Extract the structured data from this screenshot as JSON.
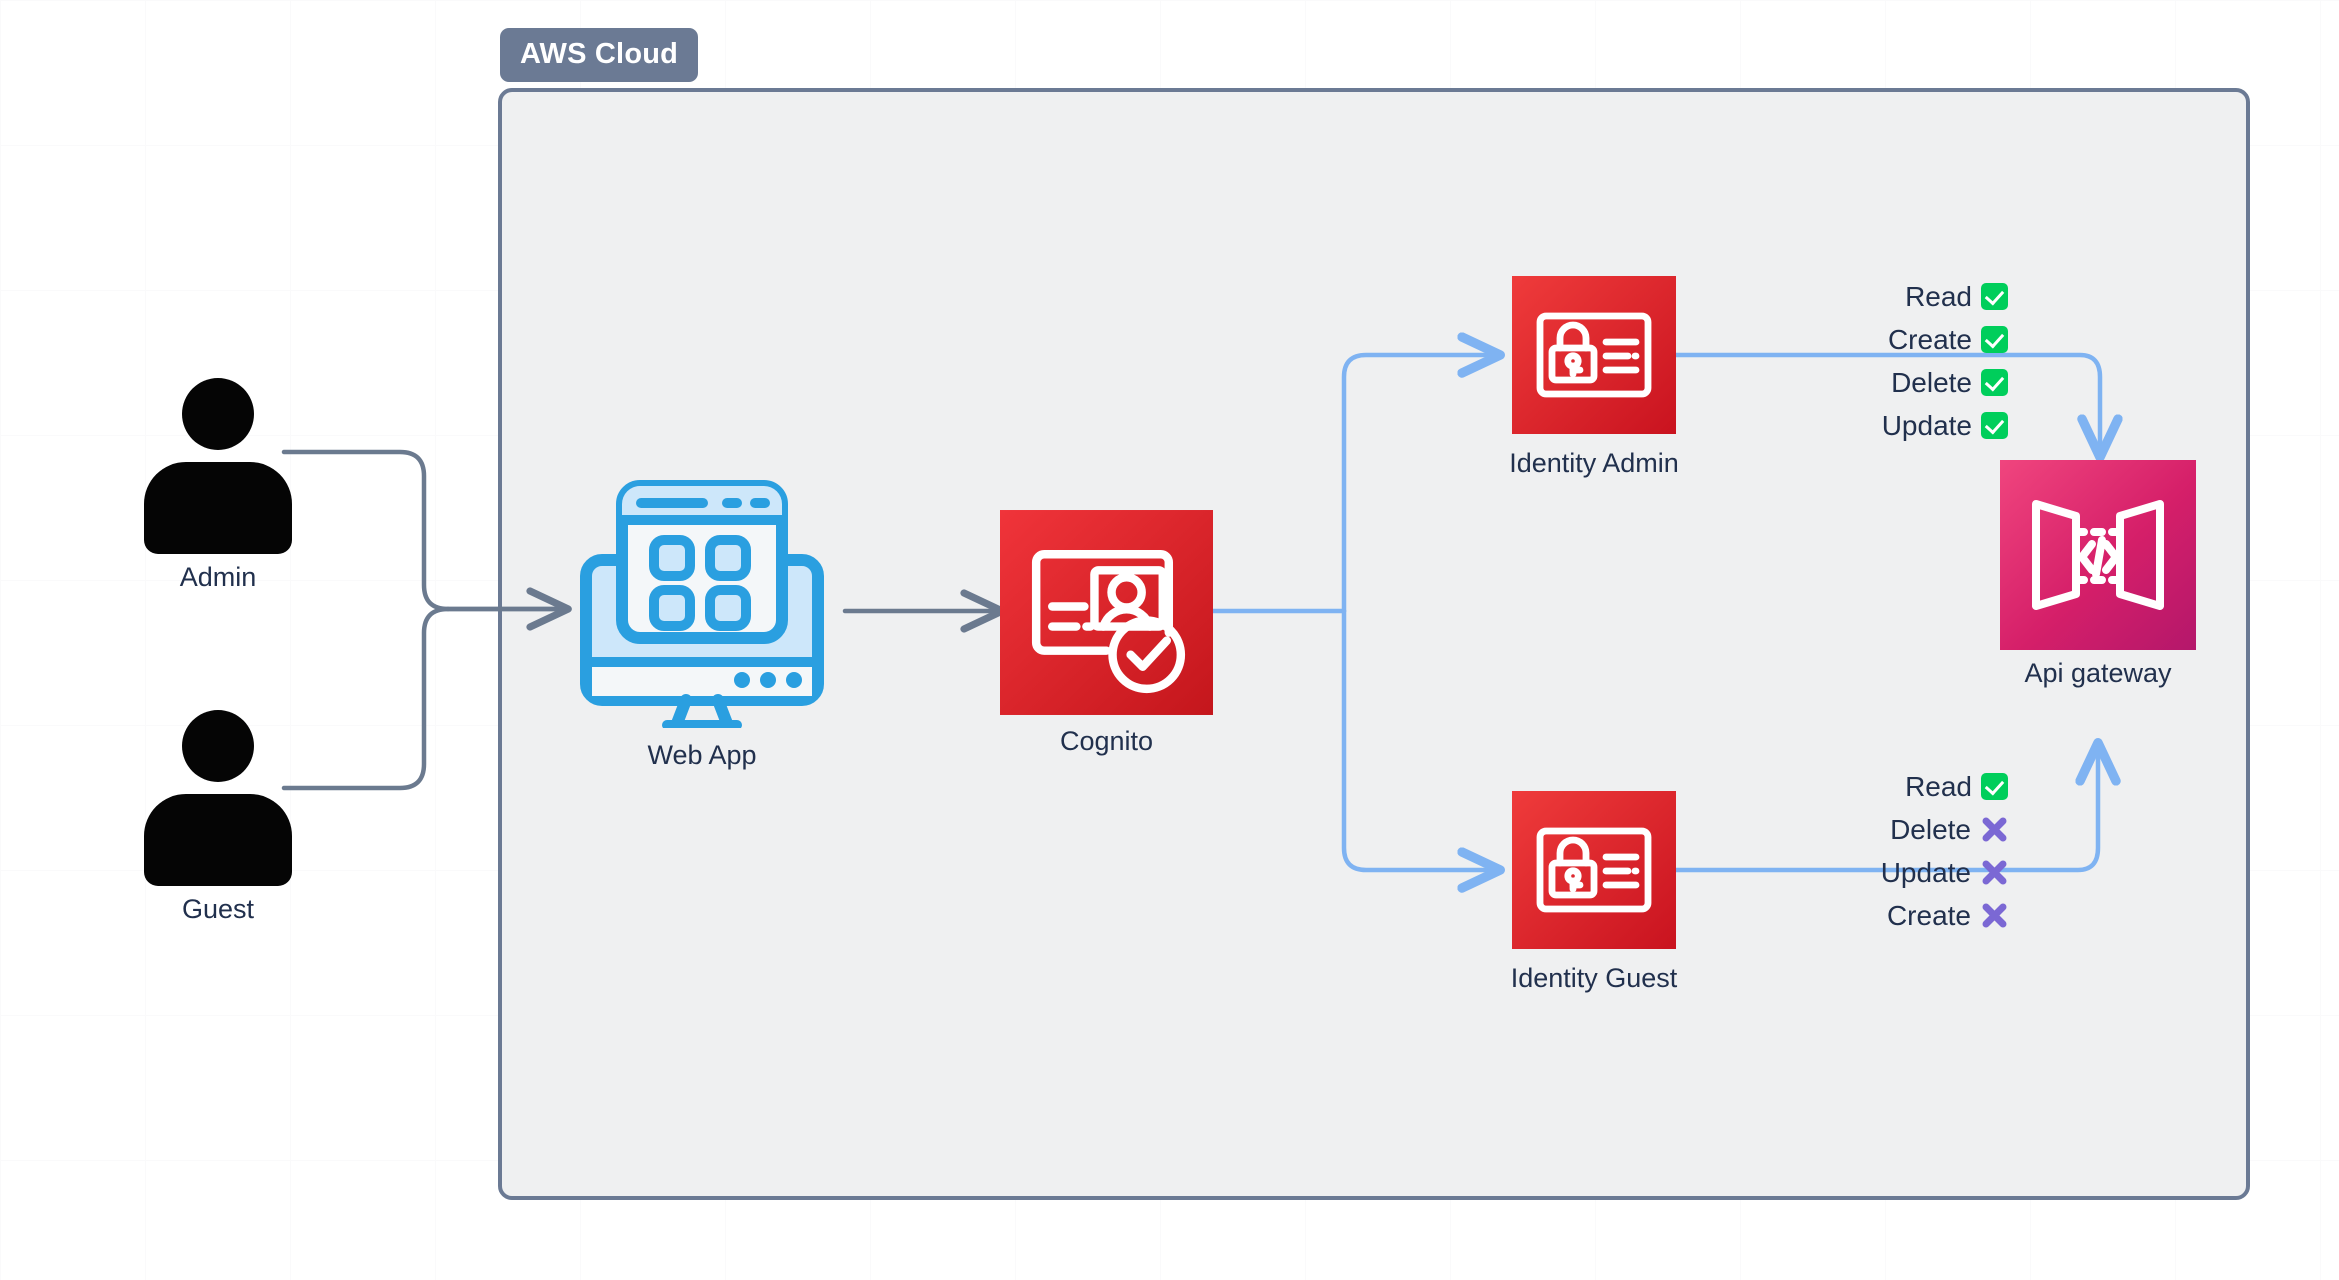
{
  "diagram": {
    "title": "AWS Cloud",
    "container_label": "AWS Cloud",
    "colors": {
      "container_border": "#6b7a94",
      "container_fill": "#eff0f1",
      "label_text": "#21304d",
      "gray_arrow": "#6b7a8f",
      "blue_arrow": "#7fb3f2",
      "cognito_red": "#e1212f",
      "identity_red": "#e02a33",
      "apigateway_pink": "#d81b60",
      "webapp_blue": "#2a9fe0",
      "allow_green": "#00ce5b",
      "deny_purple": "#7b68d4",
      "person_black": "#050505"
    }
  },
  "actors": [
    {
      "id": "admin",
      "label": "Admin",
      "icon": "person-icon"
    },
    {
      "id": "guest",
      "label": "Guest",
      "icon": "person-icon"
    }
  ],
  "nodes": {
    "webapp": {
      "label": "Web App",
      "icon": "web-app-monitor-icon"
    },
    "cognito": {
      "label": "Cognito",
      "icon": "aws-cognito-icon"
    },
    "identity_admin": {
      "label": "Identity Admin",
      "icon": "aws-cognito-identity-icon"
    },
    "identity_guest": {
      "label": "Identity Guest",
      "icon": "aws-cognito-identity-icon"
    },
    "api_gateway": {
      "label": "Api gateway",
      "icon": "aws-api-gateway-icon"
    }
  },
  "permissions": {
    "admin": {
      "owner": "Identity Admin",
      "rows": [
        {
          "label": "Read",
          "allowed": true
        },
        {
          "label": "Create",
          "allowed": true
        },
        {
          "label": "Delete",
          "allowed": true
        },
        {
          "label": "Update",
          "allowed": true
        }
      ]
    },
    "guest": {
      "owner": "Identity Guest",
      "rows": [
        {
          "label": "Read",
          "allowed": true
        },
        {
          "label": "Delete",
          "allowed": false
        },
        {
          "label": "Update",
          "allowed": false
        },
        {
          "label": "Create",
          "allowed": false
        }
      ]
    }
  },
  "connections": [
    {
      "from": "Admin",
      "to": "Web App",
      "style": "gray-arrow"
    },
    {
      "from": "Guest",
      "to": "Web App",
      "style": "gray-arrow"
    },
    {
      "from": "Web App",
      "to": "Cognito",
      "style": "gray-arrow"
    },
    {
      "from": "Cognito",
      "to": "Identity Admin",
      "style": "blue-arrow"
    },
    {
      "from": "Cognito",
      "to": "Identity Guest",
      "style": "blue-arrow"
    },
    {
      "from": "Identity Admin",
      "to": "Api gateway",
      "style": "blue-arrow"
    },
    {
      "from": "Identity Guest",
      "to": "Api gateway",
      "style": "blue-arrow"
    }
  ]
}
